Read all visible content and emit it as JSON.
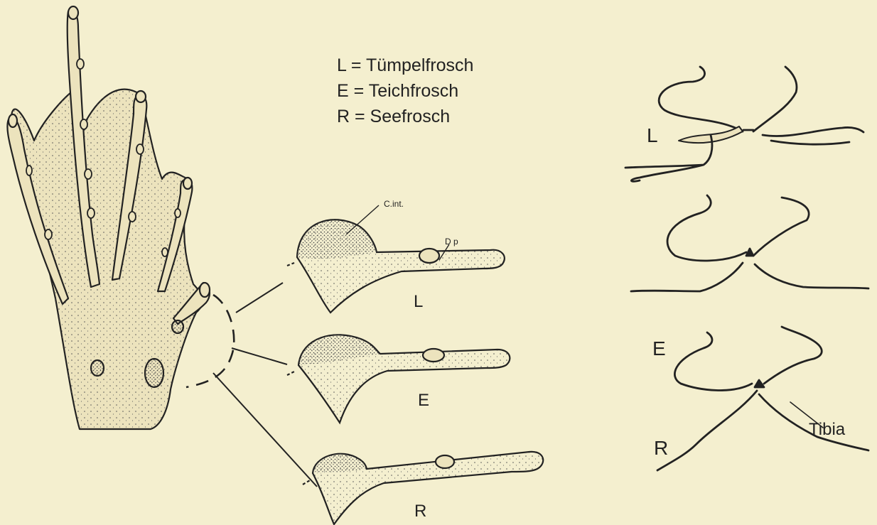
{
  "legend": [
    {
      "key": "L",
      "text": "L = Tümpelfrosch"
    },
    {
      "key": "E",
      "text": "E = Teichfrosch"
    },
    {
      "key": "R",
      "text": "R = Seefrosch"
    }
  ],
  "detail_labels": {
    "c_int": "C.int.",
    "dp": "D p",
    "l": "L",
    "e": "E",
    "r": "R"
  },
  "leg_labels": {
    "l": "L",
    "e": "E",
    "r": "R",
    "tibia": "Tibia"
  },
  "colors": {
    "paper": "#f4efcf",
    "ink": "#222222"
  }
}
